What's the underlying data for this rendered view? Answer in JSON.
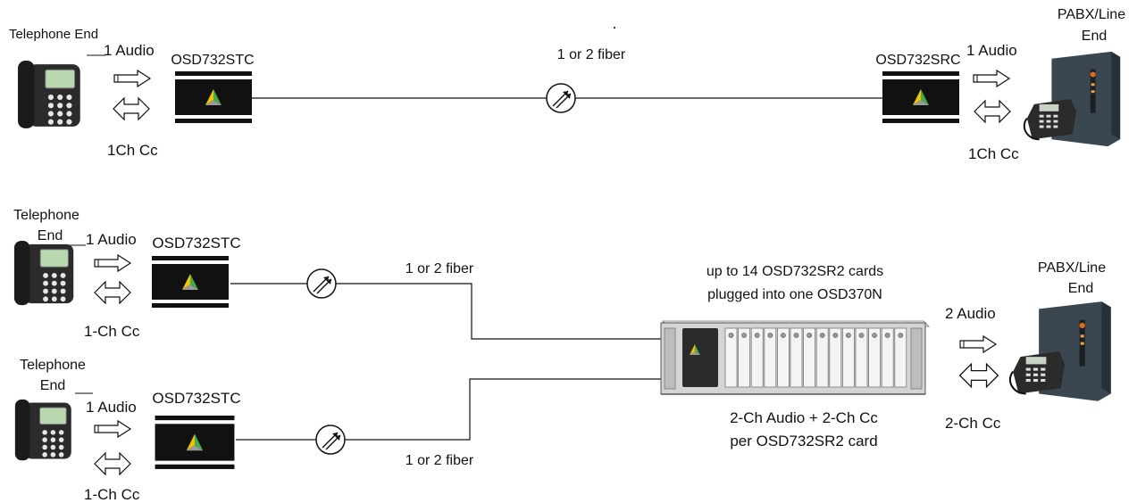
{
  "colors": {
    "line": "#111111",
    "device_body": "#111111",
    "logo_yellow": "#f2c400",
    "logo_green": "#3fae49",
    "logo_gray": "#9a9a9a",
    "rack_body": "#d4d4d4",
    "phone_dark": "#2b2b2b",
    "phone_screen": "#b9d8b0",
    "pabx_body": "#3a4750"
  },
  "icons": [
    "telephone-icon",
    "pabx-icon",
    "fiber-connector-icon",
    "transceiver-module-icon",
    "rack-chassis-icon",
    "arrow-right-icon",
    "arrow-bidirectional-icon"
  ],
  "top_dot": ".",
  "row1": {
    "telephone_label": "Telephone End",
    "audio_left": "1 Audio",
    "cc_left": "1Ch Cc",
    "tx_label": "OSD732STC",
    "fiber_label": "1 or 2 fiber",
    "rx_label": "OSD732SRC",
    "audio_right": "1 Audio",
    "cc_right": "1Ch Cc",
    "pabx_label_line1": "PABX/Line",
    "pabx_label_line2": "End"
  },
  "row2": {
    "telephone_label_line1": "Telephone",
    "telephone_label_line2": "End",
    "audio": "1 Audio",
    "cc": "1-Ch Cc",
    "tx_label": "OSD732STC",
    "fiber_label": "1 or 2 fiber"
  },
  "row3": {
    "telephone_label_line1": "Telephone",
    "telephone_label_line2": "End",
    "audio": "1 Audio",
    "cc": "1-Ch Cc",
    "tx_label": "OSD732STC",
    "fiber_label": "1 or 2 fiber"
  },
  "chassis": {
    "caption_line1": "up to 14 OSD732SR2 cards",
    "caption_line2": "plugged into one OSD370N",
    "footer_line1": "2-Ch Audio + 2-Ch Cc",
    "footer_line2": "per OSD732SR2 card"
  },
  "pabx2": {
    "label_line1": "PABX/Line",
    "label_line2": "End",
    "audio": "2 Audio",
    "cc": "2-Ch Cc"
  }
}
